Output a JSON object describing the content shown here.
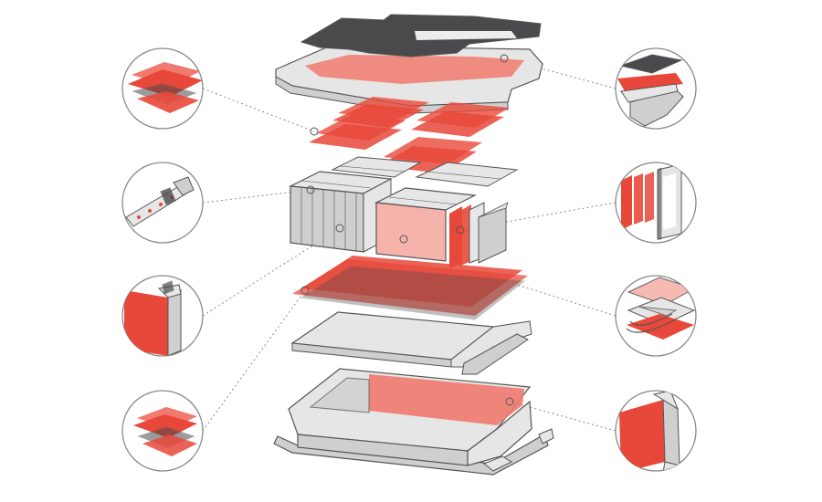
{
  "diagram": {
    "subject": "exploded-battery-pack",
    "colors": {
      "accent": "#e8483a",
      "accent_light": "#f07a6e",
      "accent_soft": "#f6b3ab",
      "dark": "#4a4a4c",
      "structure": "#e6e6e6",
      "structure_shade": "#cfcfcf",
      "outline": "#555555",
      "callout_ring": "#8a8a8a",
      "leader": "#8c8c8c"
    },
    "components": [
      {
        "id": "cover-with-gasket",
        "highlight": "top-insulation-pad"
      },
      {
        "id": "cell-interface-pads",
        "highlight": "thermal-interface-sheets"
      },
      {
        "id": "cell-modules",
        "highlight": "inter-cell-barrier"
      },
      {
        "id": "bottom-pads",
        "highlight": "thermal-gap-pads"
      },
      {
        "id": "cooling-plate",
        "highlight": "none"
      },
      {
        "id": "housing-tray",
        "highlight": "wall-insulation"
      }
    ],
    "callouts": [
      {
        "id": "left-1",
        "shows": "layered-sheets"
      },
      {
        "id": "left-2",
        "shows": "adhesive-tape-roll"
      },
      {
        "id": "left-3",
        "shows": "wrapped-busbar-edge"
      },
      {
        "id": "left-4",
        "shows": "stacked-gap-pads"
      },
      {
        "id": "right-1",
        "shows": "cover-gasket-profile"
      },
      {
        "id": "right-2",
        "shows": "cell-barrier-stack"
      },
      {
        "id": "right-3",
        "shows": "flexible-heater-film"
      },
      {
        "id": "right-4",
        "shows": "housing-wall-liner"
      }
    ]
  }
}
